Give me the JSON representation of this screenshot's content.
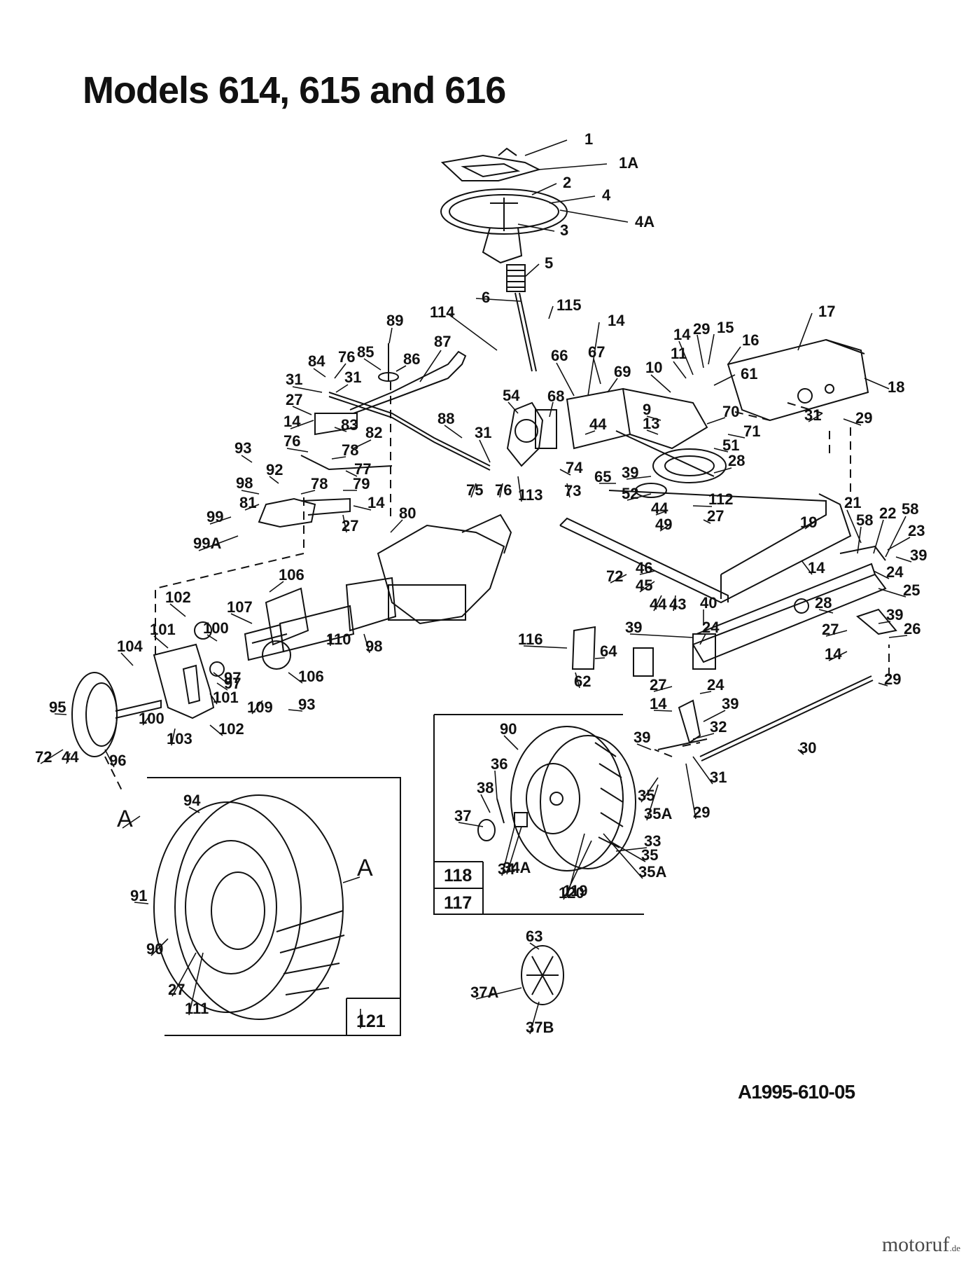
{
  "title": "Models 614, 615 and 616",
  "drawing_ref": "A1995-610-05",
  "watermark": {
    "name": "motoruf",
    "tld": ".de"
  },
  "parts": [
    {
      "id": "1"
    },
    {
      "id": "1A"
    },
    {
      "id": "2"
    },
    {
      "id": "4"
    },
    {
      "id": "4A"
    },
    {
      "id": "3"
    },
    {
      "id": "5"
    },
    {
      "id": "6"
    },
    {
      "id": "114"
    },
    {
      "id": "115"
    },
    {
      "id": "14"
    },
    {
      "id": "17"
    },
    {
      "id": "14"
    },
    {
      "id": "29"
    },
    {
      "id": "15"
    },
    {
      "id": "16"
    },
    {
      "id": "11"
    },
    {
      "id": "61"
    },
    {
      "id": "89"
    },
    {
      "id": "87"
    },
    {
      "id": "85"
    },
    {
      "id": "86"
    },
    {
      "id": "84"
    },
    {
      "id": "76"
    },
    {
      "id": "31"
    },
    {
      "id": "31"
    },
    {
      "id": "27"
    },
    {
      "id": "14"
    },
    {
      "id": "83"
    },
    {
      "id": "66"
    },
    {
      "id": "67"
    },
    {
      "id": "69"
    },
    {
      "id": "10"
    },
    {
      "id": "18"
    },
    {
      "id": "54"
    },
    {
      "id": "68"
    },
    {
      "id": "9"
    },
    {
      "id": "13"
    },
    {
      "id": "70"
    },
    {
      "id": "71"
    },
    {
      "id": "31"
    },
    {
      "id": "29"
    },
    {
      "id": "44"
    },
    {
      "id": "51"
    },
    {
      "id": "88"
    },
    {
      "id": "76"
    },
    {
      "id": "82"
    },
    {
      "id": "78"
    },
    {
      "id": "93"
    },
    {
      "id": "77"
    },
    {
      "id": "92"
    },
    {
      "id": "78"
    },
    {
      "id": "79"
    },
    {
      "id": "98"
    },
    {
      "id": "81"
    },
    {
      "id": "14"
    },
    {
      "id": "99"
    },
    {
      "id": "27"
    },
    {
      "id": "99A"
    },
    {
      "id": "31"
    },
    {
      "id": "75"
    },
    {
      "id": "76"
    },
    {
      "id": "113"
    },
    {
      "id": "74"
    },
    {
      "id": "73"
    },
    {
      "id": "28"
    },
    {
      "id": "65"
    },
    {
      "id": "39"
    },
    {
      "id": "52"
    },
    {
      "id": "44"
    },
    {
      "id": "112"
    },
    {
      "id": "49"
    },
    {
      "id": "27"
    },
    {
      "id": "19"
    },
    {
      "id": "21"
    },
    {
      "id": "22"
    },
    {
      "id": "58"
    },
    {
      "id": "58"
    },
    {
      "id": "23"
    },
    {
      "id": "39"
    },
    {
      "id": "80"
    },
    {
      "id": "106"
    },
    {
      "id": "72"
    },
    {
      "id": "46"
    },
    {
      "id": "45"
    },
    {
      "id": "44"
    },
    {
      "id": "43"
    },
    {
      "id": "14"
    },
    {
      "id": "24"
    },
    {
      "id": "25"
    },
    {
      "id": "28"
    },
    {
      "id": "102"
    },
    {
      "id": "107"
    },
    {
      "id": "40"
    },
    {
      "id": "101"
    },
    {
      "id": "100"
    },
    {
      "id": "104"
    },
    {
      "id": "110"
    },
    {
      "id": "98"
    },
    {
      "id": "39"
    },
    {
      "id": "24"
    },
    {
      "id": "27"
    },
    {
      "id": "39"
    },
    {
      "id": "26"
    },
    {
      "id": "14"
    },
    {
      "id": "116"
    },
    {
      "id": "64"
    },
    {
      "id": "97"
    },
    {
      "id": "97"
    },
    {
      "id": "106"
    },
    {
      "id": "62"
    },
    {
      "id": "29"
    },
    {
      "id": "27"
    },
    {
      "id": "24"
    },
    {
      "id": "101"
    },
    {
      "id": "93"
    },
    {
      "id": "109"
    },
    {
      "id": "14"
    },
    {
      "id": "39"
    },
    {
      "id": "95"
    },
    {
      "id": "100"
    },
    {
      "id": "102"
    },
    {
      "id": "32"
    },
    {
      "id": "103"
    },
    {
      "id": "72"
    },
    {
      "id": "44"
    },
    {
      "id": "96"
    },
    {
      "id": "90"
    },
    {
      "id": "39"
    },
    {
      "id": "30"
    },
    {
      "id": "36"
    },
    {
      "id": "31"
    },
    {
      "id": "38"
    },
    {
      "id": "35"
    },
    {
      "id": "35A"
    },
    {
      "id": "29"
    },
    {
      "id": "37"
    },
    {
      "id": "33"
    },
    {
      "id": "35"
    },
    {
      "id": "35A"
    },
    {
      "id": "34"
    },
    {
      "id": "34A"
    },
    {
      "id": "119"
    },
    {
      "id": "120"
    },
    {
      "id": "118"
    },
    {
      "id": "117"
    },
    {
      "id": "94"
    },
    {
      "id": "A"
    },
    {
      "id": "A"
    },
    {
      "id": "91"
    },
    {
      "id": "90"
    },
    {
      "id": "27"
    },
    {
      "id": "111"
    },
    {
      "id": "121"
    },
    {
      "id": "63"
    },
    {
      "id": "37A"
    },
    {
      "id": "37B"
    }
  ]
}
